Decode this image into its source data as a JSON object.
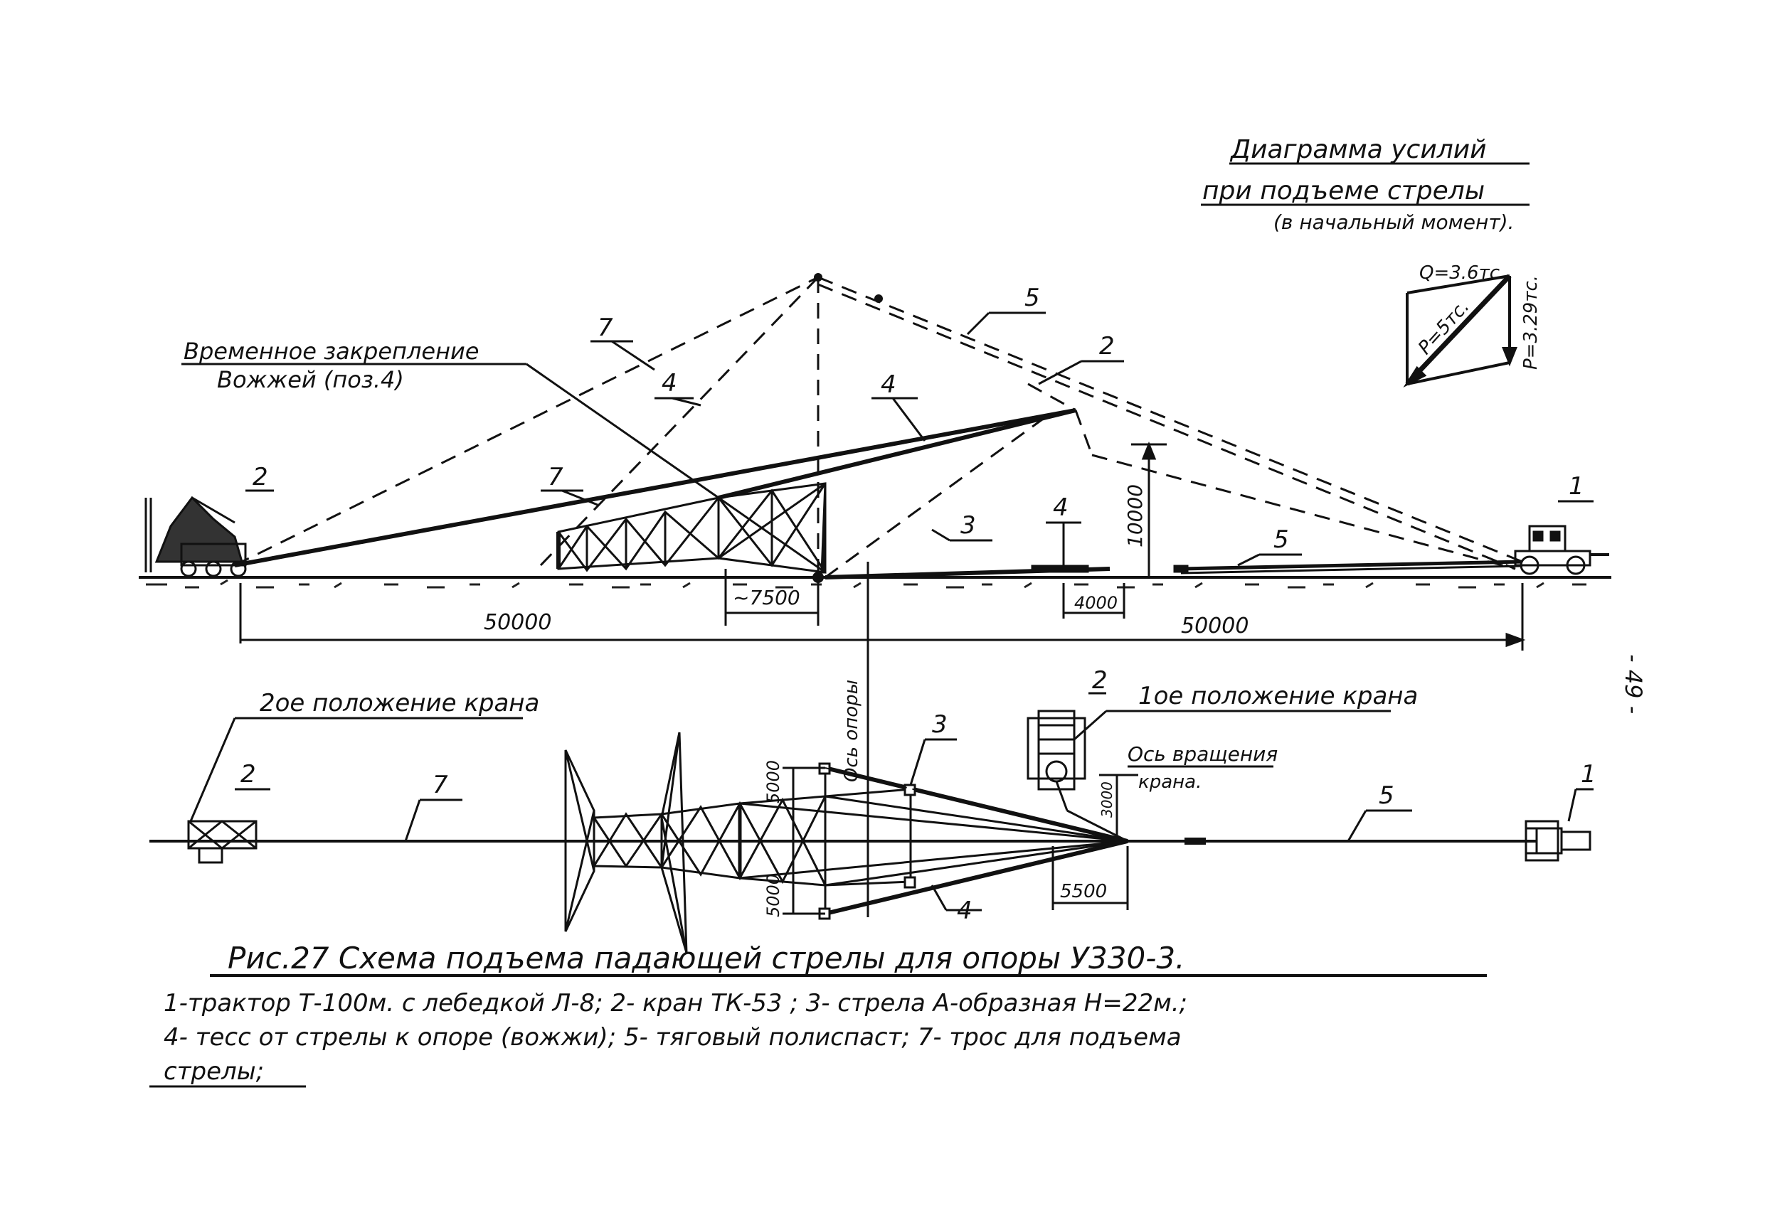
{
  "page_number": "- 49 -",
  "force_diagram": {
    "title_line1": "Диаграмма усилий",
    "title_line2": "при подъеме   стрелы",
    "title_line3": "(в начальный момент).",
    "q_label": "Q=3.6тс.",
    "p_label": "P=5тс.",
    "p1_label": "P=3.29тс."
  },
  "elevation": {
    "note_line1": "Временное закрепление",
    "note_line2": "Вожжей (поз.4)",
    "callouts": [
      "2",
      "7",
      "4",
      "4",
      "7",
      "5",
      "2",
      "3",
      "4",
      "5",
      "1"
    ],
    "dims": {
      "height": "10000",
      "offset": "~7500",
      "short": "4000",
      "left_span": "50000",
      "right_span": "50000"
    }
  },
  "plan": {
    "axis_label": "Ось опоры",
    "crane_pos2": "2ое положение крана",
    "crane_pos1": "1ое положение крана",
    "rotation_axis_line1": "Ось вращения",
    "rotation_axis_line2": "крана.",
    "callouts": [
      "2",
      "7",
      "3",
      "2",
      "5",
      "1",
      "4"
    ],
    "dims": {
      "top": "5000",
      "bottom": "5000",
      "small": "3000",
      "right": "5500"
    }
  },
  "caption": {
    "title": "Рис.27    Схема  подъема  падающей  стрелы  для  опоры      У330-3.",
    "legend_line1": "1-трактор Т-100м. с лебедкой Л-8;  2- кран ТК-53  ;  3- стрела А-образная  Н=22м.;",
    "legend_line2": "4- тесс от стрелы к опоре (вожжи);  5- тяговый полиспаст;  7- трос для подъема",
    "legend_line3": "стрелы;"
  }
}
